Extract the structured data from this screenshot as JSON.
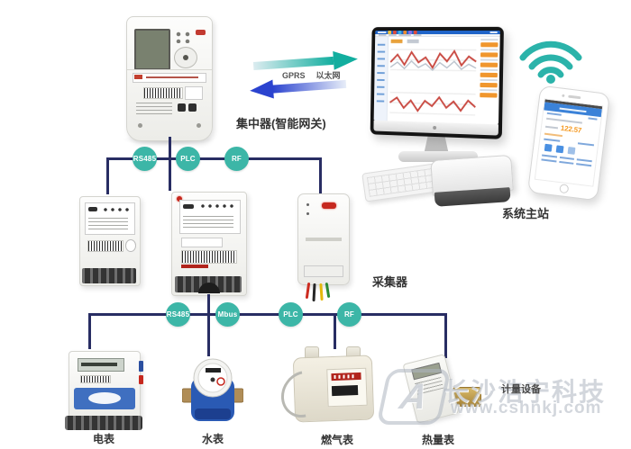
{
  "colors": {
    "bus_line": "#282d63",
    "node_fill": "#3cb6a7",
    "teal_arrow": "#12ae9f",
    "blue_arrow": "#2b43cf",
    "wifi_icon": "#2bb3aa",
    "orange_value": "#f59a23",
    "watermark": "#adb5bf"
  },
  "icons": {
    "wifi": "wifi-icon"
  },
  "labels": {
    "concentrator": "集中器(智能网关)",
    "gprs": "GPRS",
    "ethernet": "以太网",
    "master_station": "系统主站",
    "collector": "采集器",
    "metering_devices": "计量设备"
  },
  "bus1": {
    "nodes": [
      {
        "label": "RS485"
      },
      {
        "label": "PLC"
      },
      {
        "label": "RF"
      }
    ]
  },
  "bus2": {
    "nodes": [
      {
        "label": "RS485"
      },
      {
        "label": "Mbus"
      },
      {
        "label": "PLC"
      },
      {
        "label": "RF"
      }
    ]
  },
  "meters": [
    {
      "label": "电表"
    },
    {
      "label": "水表"
    },
    {
      "label": "燃气表"
    },
    {
      "label": "热量表"
    }
  ],
  "phone": {
    "reading": "122.57"
  },
  "watermark": {
    "line1": "长沙浩宁科技",
    "line2": "www.cshnkj.com"
  }
}
